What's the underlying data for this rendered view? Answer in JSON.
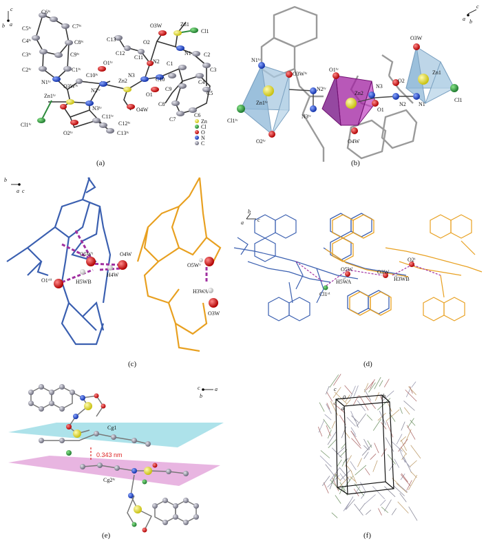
{
  "captions": [
    "(a)",
    "(b)",
    "(c)",
    "(d)",
    "(e)",
    "(f)"
  ],
  "panel_a": {
    "axes": {
      "c": "c",
      "b": "b",
      "a": "a"
    },
    "atoms": [
      "C6ⁱᵛ",
      "C5ⁱᵛ",
      "C7ⁱᵛ",
      "C4ⁱᵛ",
      "C8ⁱᵛ",
      "C3ⁱᵛ",
      "C9ⁱᵛ",
      "C2ⁱᵛ",
      "C1ⁱᵛ",
      "O1ⁱᵛ",
      "N1ⁱᵛ",
      "O3Wⁱᵛ",
      "C10ⁱᵛ",
      "N2ⁱᵛ",
      "Zn1ⁱᵛ",
      "N3ⁱᵛ",
      "Cl1ⁱᵛ",
      "O2ⁱᵛ",
      "C11ⁱᵛ",
      "C12ⁱᵛ",
      "C13ⁱᵛ",
      "O3W",
      "Zn1",
      "Cl1",
      "C13",
      "O2",
      "C12",
      "C11",
      "N2",
      "N1",
      "C2",
      "N3",
      "C1",
      "C3",
      "Zn2",
      "C10",
      "O1",
      "C4",
      "C9",
      "C5",
      "O4W",
      "C8",
      "C6",
      "C7"
    ],
    "legend": [
      "Zn",
      "Cl",
      "O",
      "N",
      "C"
    ],
    "legend_colors": [
      "#e8e020",
      "#2e8b3e",
      "#d81a1a",
      "#2244cc",
      "#8a8a9a"
    ]
  },
  "panel_b": {
    "axes": {
      "c": "c",
      "a": "a",
      "b": "b"
    },
    "atoms": [
      "O3W",
      "N1ⁱᵛ",
      "O3Wⁱᵛ",
      "O1ⁱᵛ",
      "O2",
      "N2ⁱᵛ",
      "Zn1ⁱᵛ",
      "Cl1ⁱᵛ",
      "N3",
      "Zn1",
      "N3ⁱᵛ",
      "Zn2",
      "N2",
      "Cl1",
      "O1",
      "N1",
      "O2ⁱᵛ",
      "O4W"
    ]
  },
  "panel_c": {
    "axes": {
      "b": "b",
      "a": "a",
      "c": "c"
    },
    "atoms": [
      "O4W",
      "O5Wⁱ",
      "H4W",
      "O1ᵛⁱⁱ",
      "H5WB",
      "O5Wᵛ",
      "H3WA",
      "O3W"
    ]
  },
  "panel_d": {
    "axes": {
      "b": "b",
      "a": "a",
      "c": "c"
    },
    "atoms": [
      "O5W",
      "H5WA",
      "Cl1ᵛⁱ",
      "O3W",
      "H3WB",
      "O2ⁱ"
    ]
  },
  "panel_e": {
    "axes": {
      "c": "c",
      "b": "b",
      "a": "a"
    },
    "cg1": "Cg1",
    "cg2": "Cg2ⁱᵛ",
    "distance": "0.343 nm"
  },
  "panel_f": {
    "axes": {
      "c": "c",
      "o": "0",
      "b": "b",
      "a": "a"
    }
  }
}
